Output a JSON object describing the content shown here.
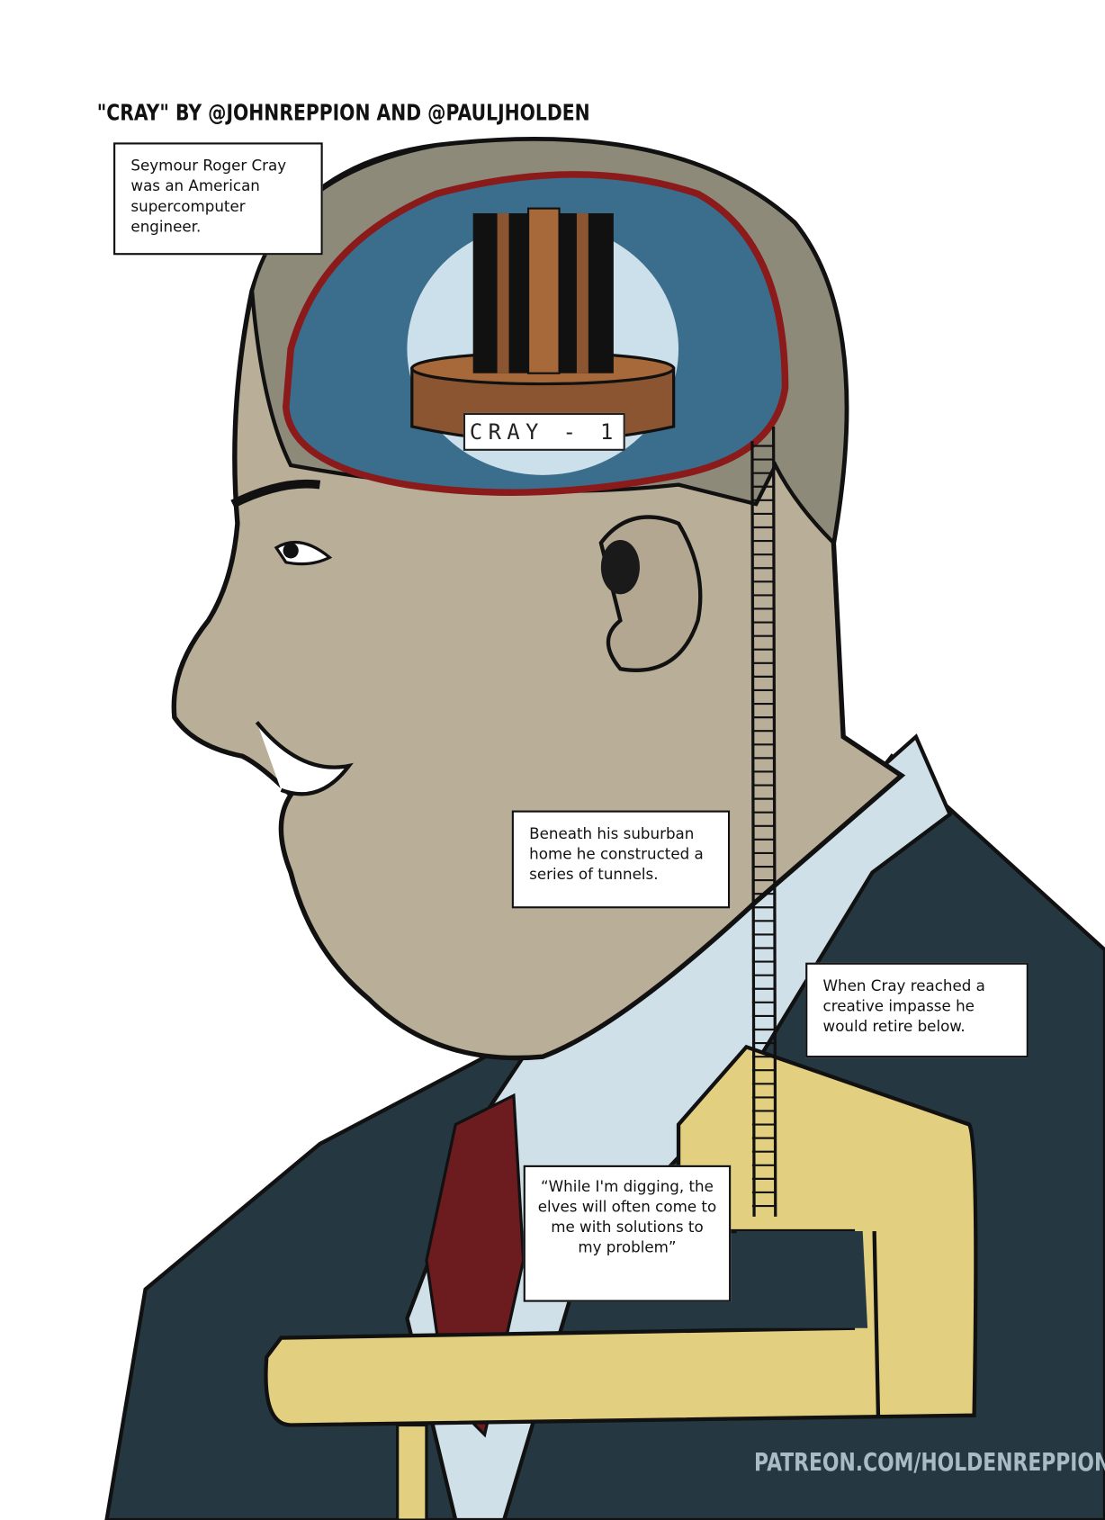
{
  "title": "\"CRAY\" BY @JOHNREPPION AND @PAULJHOLDEN",
  "captions": {
    "intro": "Seymour Roger Cray was an American supercomputer engineer.",
    "tunnels": "Beneath his suburban home he constructed a series of tunnels.",
    "impasse": "When Cray reached a creative impasse he would retire below.",
    "quote": "“While I'm digging, the elves will often come to me with solutions to my problem”"
  },
  "computer_label": "CRAY - 1",
  "credit_url": "PATREON.COM/HOLDENREPPION",
  "colors": {
    "skin": "#b9ae98",
    "hair": "#8e8a79",
    "suit": "#253740",
    "shirt": "#cfe0e8",
    "tie": "#6c1b1f",
    "tunnel": "#e2cf80",
    "brain": "#3b6e8d",
    "brain_border": "#8b1a1a",
    "computer": "#8a5530"
  }
}
